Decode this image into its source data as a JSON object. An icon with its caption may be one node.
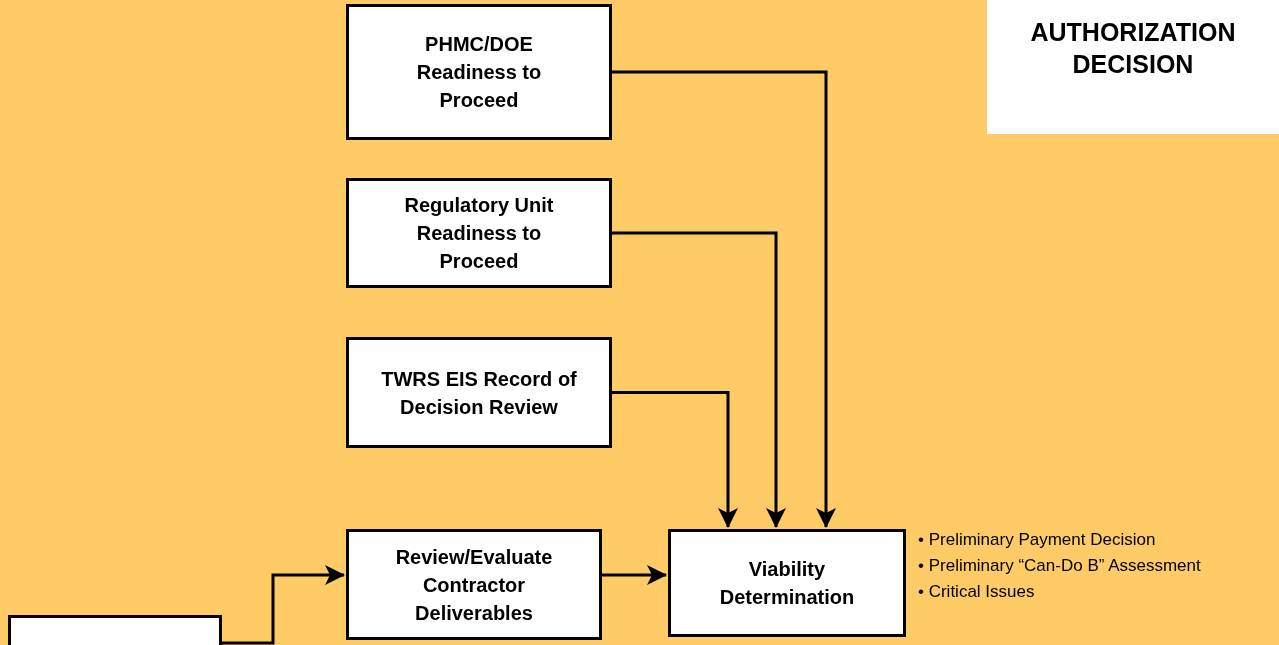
{
  "diagram": {
    "title": "AUTHORIZATION DECISION",
    "nodes": [
      {
        "text": [
          "PHMC/DOE Readiness to Proceed"
        ]
      },
      {
        "text": [
          "Regulatory Unit Readiness to Proceed"
        ]
      },
      {
        "text": [
          "TWRS EIS Record of Decision Review"
        ]
      },
      {
        "text": [
          "Review/Evaluate Contractor Deliverables"
        ]
      },
      {
        "text": [
          "Viability Determination"
        ],
        "beside": [
          "• Preliminary Payment Decision",
          "• Preliminary “Can-Do B” Assessment",
          "• Critical Issues"
        ]
      },
      {
        "text": [],
        "shape": "box"
      }
    ],
    "edges": [
      {
        "from": 0,
        "to": 4,
        "arrow": "to"
      },
      {
        "from": 1,
        "to": 4,
        "arrow": "to"
      },
      {
        "from": 2,
        "to": 4,
        "arrow": "to"
      },
      {
        "from": 3,
        "to": 4,
        "arrow": "to"
      },
      {
        "from": 5,
        "to": 3,
        "arrow": "to"
      }
    ]
  }
}
